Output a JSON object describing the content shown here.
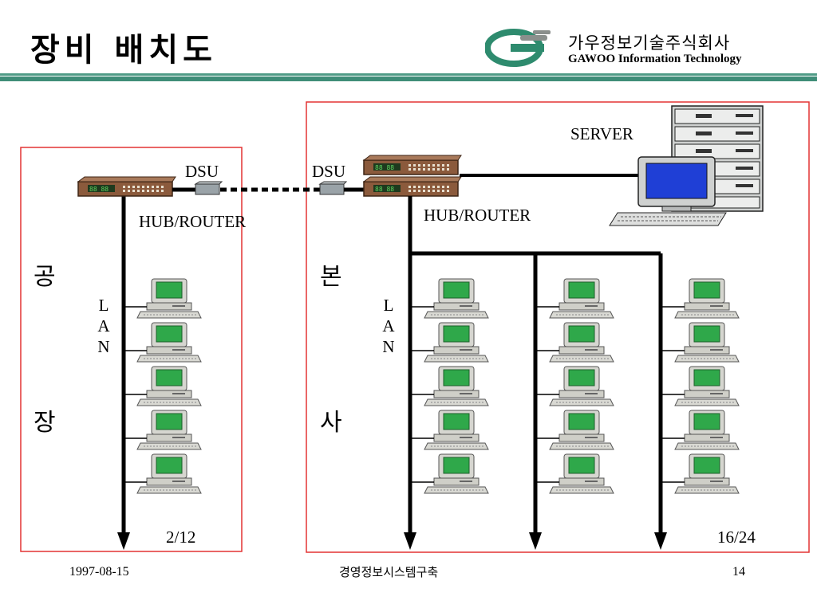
{
  "slide": {
    "title": "장비 배치도",
    "company": {
      "korean_name": "가우정보기술주식회사",
      "english_name": "GAWOO Information Technology",
      "brand_colors": {
        "logo_green": "#2e8b6e",
        "logo_gray": "#8a8f8c"
      }
    }
  },
  "diagram": {
    "branch": {
      "label_top": "공",
      "label_bottom": "장",
      "device_label": "HUB/ROUTER",
      "dsu_label": "DSU",
      "lan_letters": [
        "L",
        "A",
        "N"
      ],
      "count": "2/12"
    },
    "hq": {
      "label_top": "본",
      "label_bottom": "사",
      "device_label": "HUB/ROUTER",
      "dsu_label": "DSU",
      "server_label": "SERVER",
      "lan_letters": [
        "L",
        "A",
        "N"
      ],
      "count": "16/24"
    },
    "colors": {
      "frame": "#e33333",
      "line": "#000000",
      "pc_screen": "#2fa84a",
      "pc_body": "#d6d6d0",
      "router_body": "#8b5a3c",
      "dsu_body": "#9aa3a8"
    },
    "icons": [
      "router-icon",
      "dsu-icon",
      "server-rack-icon",
      "workstation-icon",
      "pc-icon"
    ]
  },
  "footer": {
    "date": "1997-08-15",
    "course": "경영정보시스템구축",
    "page": "14"
  }
}
